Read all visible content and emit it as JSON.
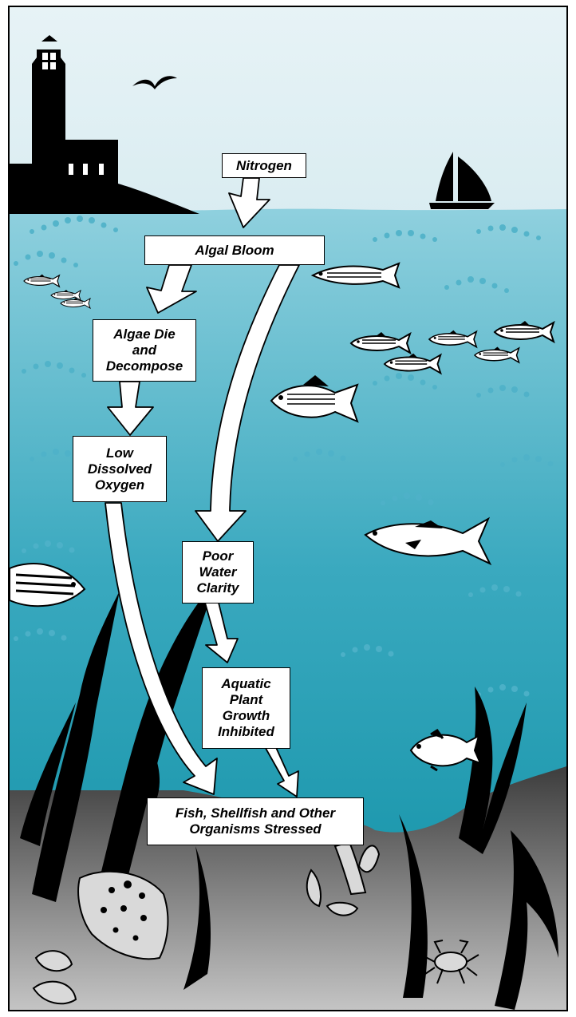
{
  "diagram": {
    "nodes": {
      "nitrogen": "Nitrogen",
      "algal_bloom": "Algal Bloom",
      "algae_die": [
        "Algae Die",
        "and",
        "Decompose"
      ],
      "low_oxygen": [
        "Low",
        "Dissolved",
        "Oxygen"
      ],
      "poor_clarity": [
        "Poor",
        "Water",
        "Clarity"
      ],
      "plant_growth": [
        "Aquatic",
        "Plant",
        "Growth",
        "Inhibited"
      ],
      "organisms_stressed": [
        "Fish, Shellfish and Other",
        "Organisms Stressed"
      ]
    },
    "edges": [
      {
        "from": "nitrogen",
        "to": "algal_bloom"
      },
      {
        "from": "algal_bloom",
        "to": "algae_die"
      },
      {
        "from": "algal_bloom",
        "to": "poor_clarity"
      },
      {
        "from": "algae_die",
        "to": "low_oxygen"
      },
      {
        "from": "low_oxygen",
        "to": "organisms_stressed"
      },
      {
        "from": "poor_clarity",
        "to": "plant_growth"
      },
      {
        "from": "plant_growth",
        "to": "organisms_stressed"
      }
    ]
  },
  "colors": {
    "sky_top": "#e7f3f6",
    "sky_bottom": "#a7d3df",
    "water_top": "#8fd0de",
    "water_bottom": "#0d8fa4",
    "seafloor_top": "#4c4c4c",
    "seafloor_bottom": "#bfbfbf",
    "bubbles": "#4fb2c9",
    "silhouette": "#000000",
    "arrow": "#ffffff"
  },
  "scene_elements": [
    "lighthouse-icon",
    "bird-icon",
    "sailboat-icon",
    "fish-icon",
    "seaweed-icon",
    "flounder-icon",
    "lobster-icon",
    "crab-icon",
    "oyster-icon"
  ]
}
